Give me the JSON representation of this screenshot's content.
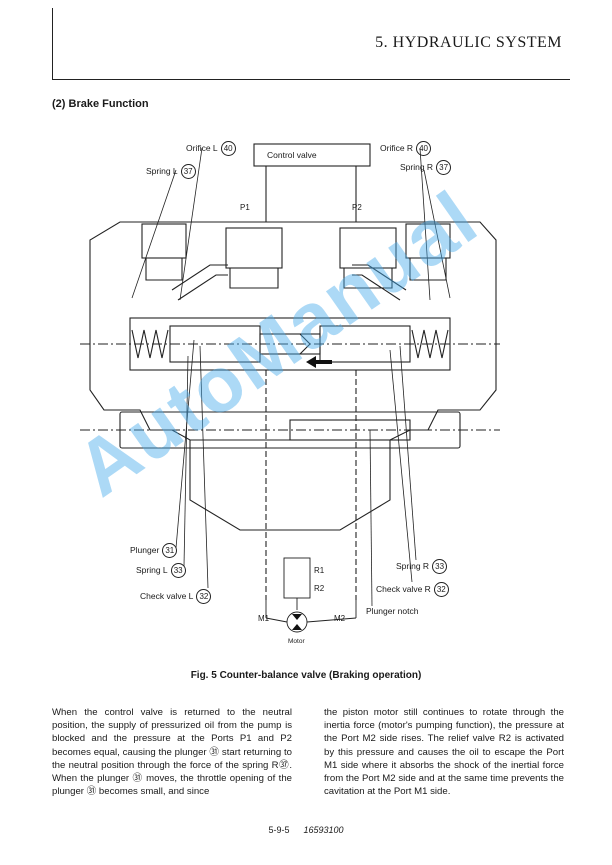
{
  "header": {
    "title": "5. HYDRAULIC SYSTEM"
  },
  "section": {
    "title": "(2)  Brake Function"
  },
  "diagram": {
    "control_valve": "Control valve",
    "port_p1": "P1",
    "port_p2": "P2",
    "callouts": {
      "orifice_l": {
        "text": "Orifice L",
        "num": "40"
      },
      "orifice_r": {
        "text": "Orifice R",
        "num": "40"
      },
      "spring_l_top": {
        "text": "Spring L",
        "num": "37"
      },
      "spring_r_top": {
        "text": "Spring R",
        "num": "37"
      },
      "plunger": {
        "text": "Plunger",
        "num": "31"
      },
      "spring_l_bottom": {
        "text": "Spring L",
        "num": "33"
      },
      "check_valve_l": {
        "text": "Check valve L",
        "num": "32"
      },
      "spring_r_bottom": {
        "text": "Spring R",
        "num": "33"
      },
      "check_valve_r": {
        "text": "Check valve R",
        "num": "32"
      },
      "plunger_notch": {
        "text": "Plunger notch"
      }
    },
    "circuit": {
      "r1": "R1",
      "r2": "R2",
      "m1": "M1",
      "m2": "M2",
      "motor": "Motor"
    }
  },
  "figure": {
    "caption": "Fig. 5  Counter-balance valve (Braking operation)"
  },
  "body": {
    "left_para": "When the control valve is returned to the neutral position, the supply of pressurized oil from the pump is blocked and the pressure at the Ports P1 and P2 becomes equal, causing the plunger ㉛ start returning to the neutral position through the force of the spring R㊲. When the plunger ㉛ moves, the throttle opening of the plunger ㉛ becomes small, and since",
    "right_para": "the piston motor still continues to rotate through the inertia force (motor's pumping function), the pressure at the Port M2 side rises. The relief valve R2 is activated by this pressure and causes the oil to escape the Port M1 side where it absorbs the shock of the inertial force from the Port M2 side and at the same time prevents the cavitation at the Port M1 side."
  },
  "footer": {
    "page": "5-9-5",
    "doc_no": "16593100"
  },
  "watermark": {
    "text": "AutoManual"
  }
}
